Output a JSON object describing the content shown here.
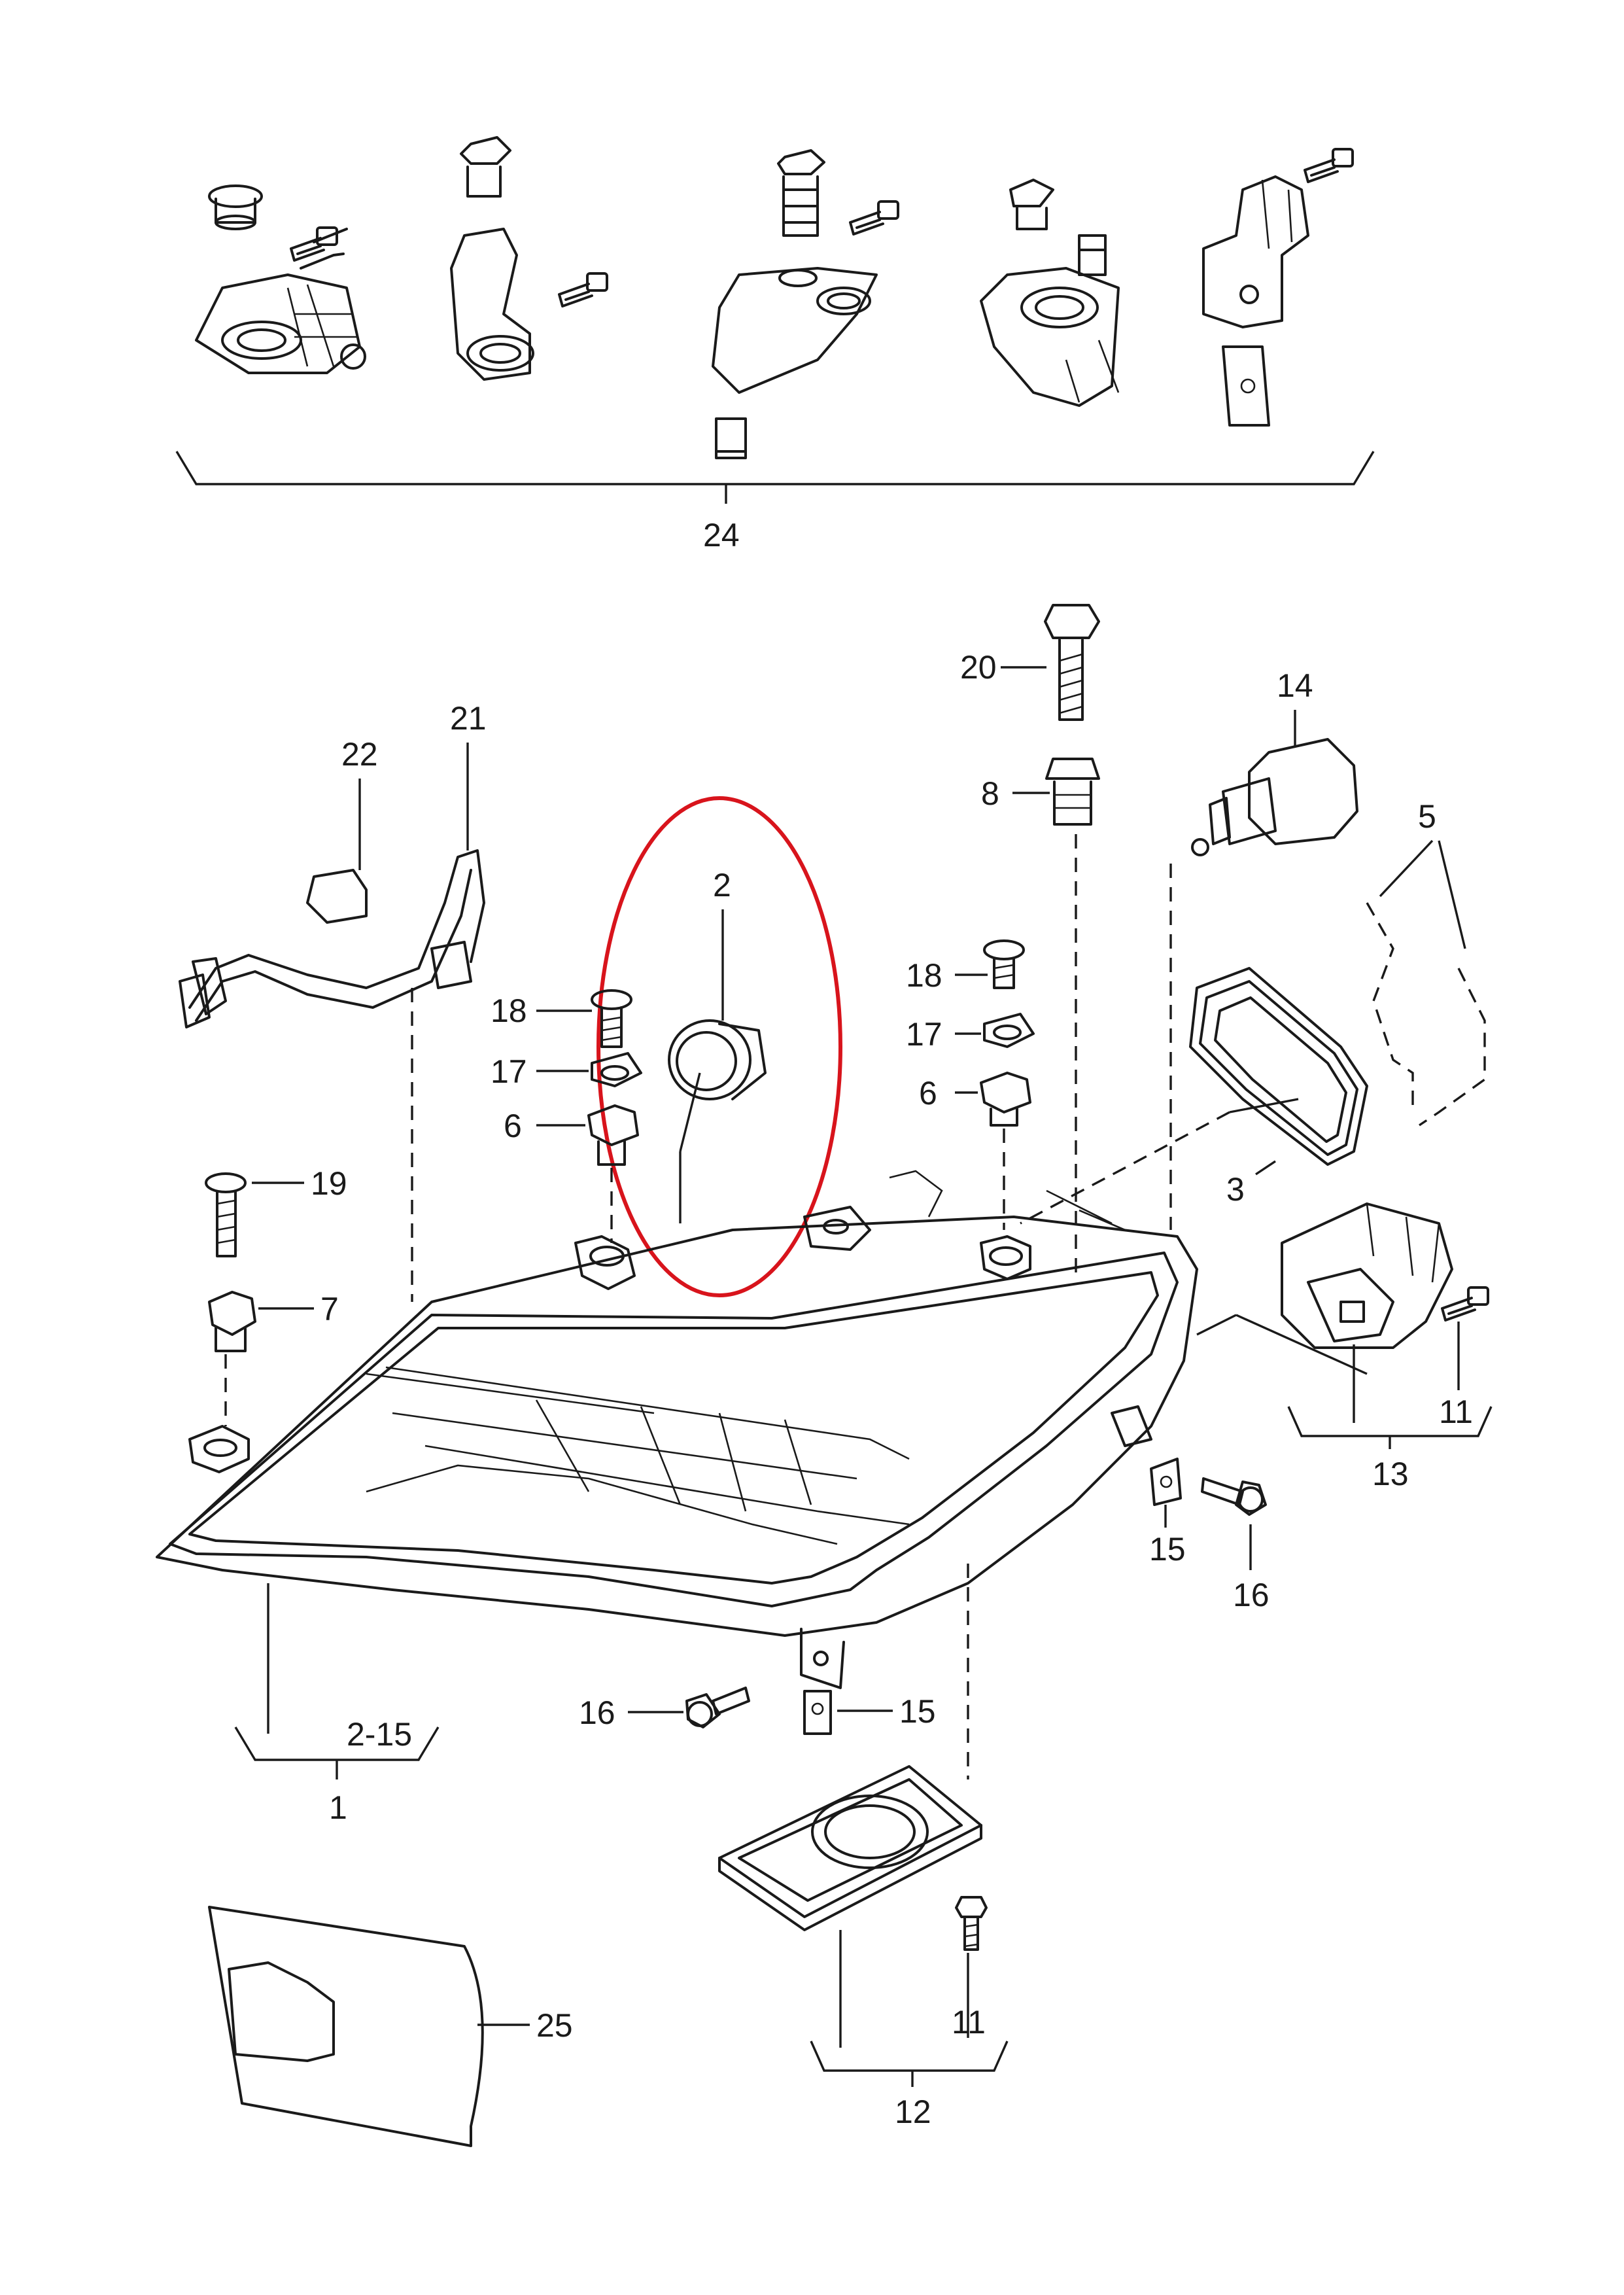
{
  "diagram": {
    "callouts": [
      {
        "id": "c24",
        "text": "24"
      },
      {
        "id": "c20",
        "text": "20"
      },
      {
        "id": "c14",
        "text": "14"
      },
      {
        "id": "c22",
        "text": "22"
      },
      {
        "id": "c21",
        "text": "21"
      },
      {
        "id": "c8",
        "text": "8"
      },
      {
        "id": "c5",
        "text": "5"
      },
      {
        "id": "c2",
        "text": "2"
      },
      {
        "id": "c18a",
        "text": "18"
      },
      {
        "id": "c17a",
        "text": "17"
      },
      {
        "id": "c6a",
        "text": "6"
      },
      {
        "id": "c18b",
        "text": "18"
      },
      {
        "id": "c17b",
        "text": "17"
      },
      {
        "id": "c6b",
        "text": "6"
      },
      {
        "id": "c19",
        "text": "19"
      },
      {
        "id": "c7",
        "text": "7"
      },
      {
        "id": "c3",
        "text": "3"
      },
      {
        "id": "c11a",
        "text": "11"
      },
      {
        "id": "c13",
        "text": "13"
      },
      {
        "id": "c15a",
        "text": "15"
      },
      {
        "id": "c16a",
        "text": "16"
      },
      {
        "id": "c2_15",
        "text": "2-15"
      },
      {
        "id": "c1",
        "text": "1"
      },
      {
        "id": "c16b",
        "text": "16"
      },
      {
        "id": "c15b",
        "text": "15"
      },
      {
        "id": "c11b",
        "text": "11"
      },
      {
        "id": "c12",
        "text": "12"
      },
      {
        "id": "c25",
        "text": "25"
      }
    ],
    "highlight_color": "#d8141c",
    "line_color": "#1a1a1a"
  }
}
